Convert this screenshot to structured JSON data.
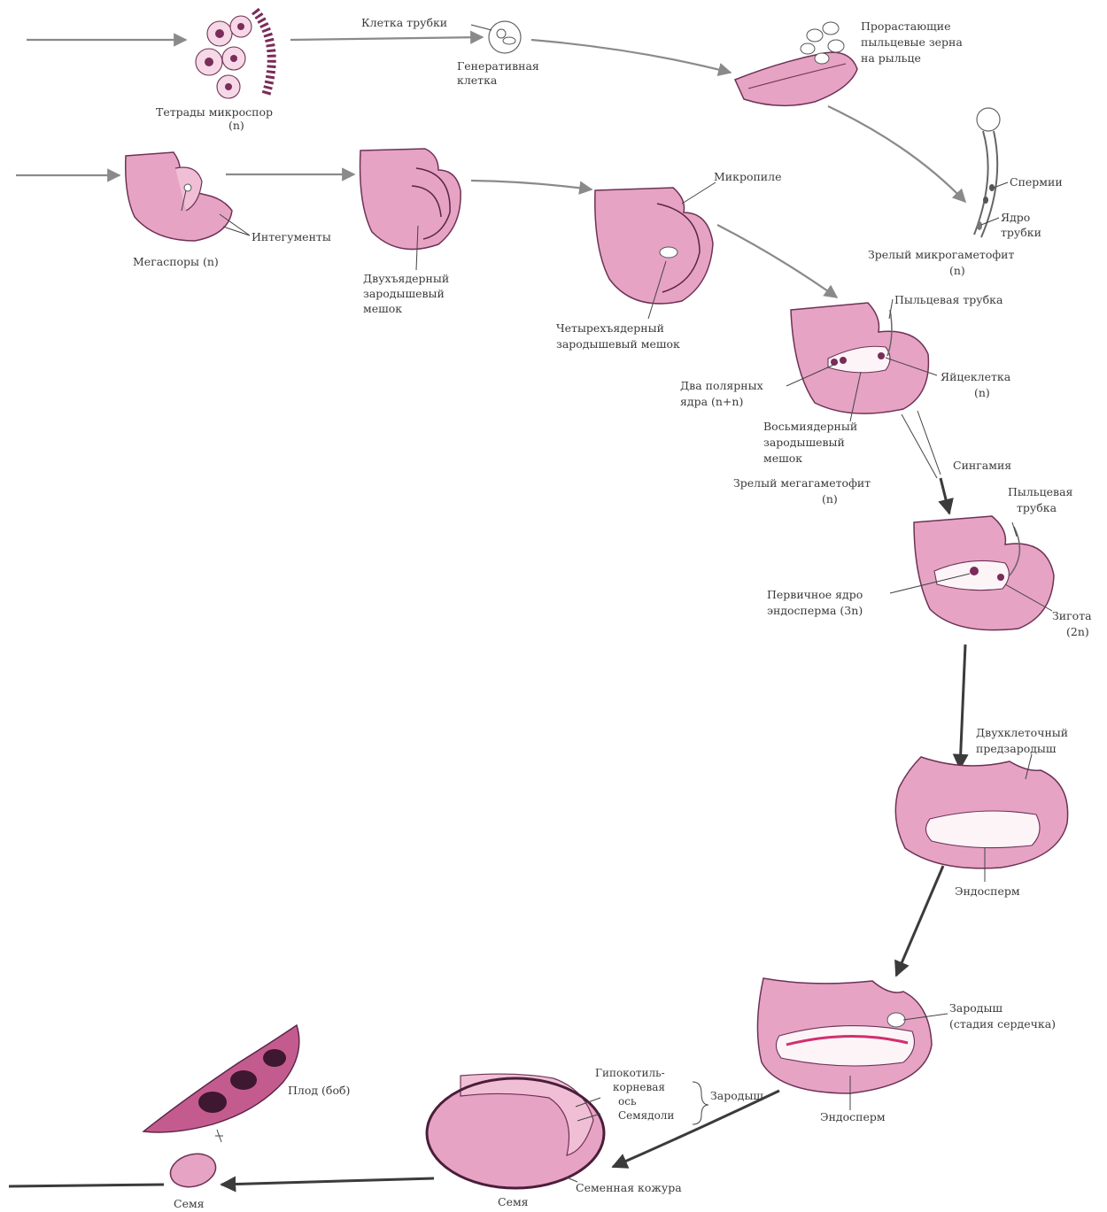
{
  "labels": {
    "tetrads": "Тетрады микроспор",
    "tetrads_n": "(n)",
    "tube_cell": "Клетка трубки",
    "generative_1": "Генеративная",
    "generative_2": "клетка",
    "germinating_1": "Прорастающие",
    "germinating_2": "пыльцевые зерна",
    "germinating_3": "на рыльце",
    "megaspores": "Мегаспоры (n)",
    "integuments": "Интегументы",
    "two_nuc_1": "Двухъядерный",
    "two_nuc_2": "зародышевый",
    "two_nuc_3": "мешок",
    "micropyle": "Микропиле",
    "four_nuc_1": "Четырехъядерный",
    "four_nuc_2": "зародышевый мешок",
    "sperm": "Спермии",
    "tube_nucleus_1": "Ядро",
    "tube_nucleus_2": "трубки",
    "mature_micro": "Зрелый микрогаметофит",
    "mature_micro_n": "(n)",
    "pollen_tube_1": "Пыльцевая трубка",
    "egg_1": "Яйцеклетка",
    "egg_n": "(n)",
    "polar_1": "Два полярных",
    "polar_2": "ядра (n+n)",
    "eight_nuc_1": "Восьмиядерный",
    "eight_nuc_2": "зародышевый",
    "eight_nuc_3": "мешок",
    "syngamy": "Сингамия",
    "mature_mega": "Зрелый мегагаметофит",
    "mature_mega_n": "(n)",
    "pollen_tube_2a": "Пыльцевая",
    "pollen_tube_2b": "трубка",
    "endo_nucleus_1": "Первичное ядро",
    "endo_nucleus_2": "эндосперма (3n)",
    "zygote_1": "Зигота",
    "zygote_2": "(2n)",
    "proembryo_1": "Двухклеточный",
    "proembryo_2": "предзародыш",
    "endosperm_1": "Эндосперм",
    "embryo_1": "Зародыш",
    "embryo_2": "(стадия сердечка)",
    "endosperm_2": "Эндосперм",
    "hypocotyl_1": "Гипокотиль-",
    "hypocotyl_2": "корневая",
    "hypocotyl_3": "ось",
    "cotyledons": "Семядоли",
    "embryo_group": "Зародыш",
    "seed_coat": "Семенная кожура",
    "seed_1": "Семя",
    "seed_2": "Семя",
    "fruit": "Плод (боб)"
  }
}
